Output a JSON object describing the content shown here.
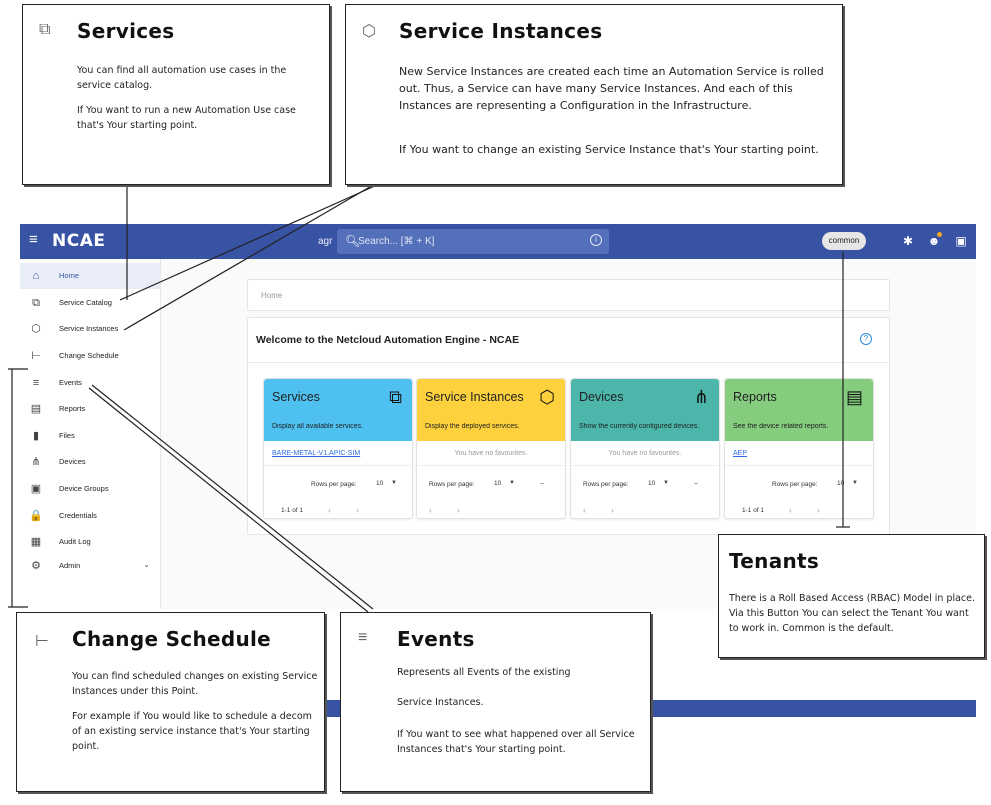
{
  "header": {
    "brand": "NCAE",
    "prefix": "agr",
    "search_placeholder": "Search... [⌘ + K]",
    "tenant": "common"
  },
  "sidebar": {
    "items": [
      {
        "label": "Home",
        "icon": "home-icon",
        "glyph": "⌂"
      },
      {
        "label": "Service Catalog",
        "icon": "catalog-icon",
        "glyph": "⧉"
      },
      {
        "label": "Service Instances",
        "icon": "cube-icon",
        "glyph": "⬡"
      },
      {
        "label": "Change Schedule",
        "icon": "tree-icon",
        "glyph": "⊢"
      },
      {
        "label": "Events",
        "icon": "list-icon",
        "glyph": "≡"
      },
      {
        "label": "Reports",
        "icon": "reports-icon",
        "glyph": "▤"
      },
      {
        "label": "Files",
        "icon": "file-icon",
        "glyph": "▮"
      },
      {
        "label": "Devices",
        "icon": "network-icon",
        "glyph": "⋔"
      },
      {
        "label": "Device Groups",
        "icon": "device-group-icon",
        "glyph": "▣"
      },
      {
        "label": "Credentials",
        "icon": "lock-icon",
        "glyph": "🔒"
      },
      {
        "label": "Audit Log",
        "icon": "audit-icon",
        "glyph": "▦"
      },
      {
        "label": "Admin",
        "icon": "gear-icon",
        "glyph": "⚙"
      }
    ]
  },
  "main": {
    "breadcrumb": "Home",
    "welcome_title": "Welcome to the Netcloud Automation Engine - NCAE",
    "cards": [
      {
        "title": "Services",
        "description": "Display all available services.",
        "link": "BARE-METAL-V1.APIC-SIM",
        "empty": "",
        "rows_label": "Rows per page:",
        "rows_value": "10",
        "range": "1-1 of 1",
        "color": "#4fc1f1",
        "icon": "⧉"
      },
      {
        "title": "Service Instances",
        "description": "Display the deployed services.",
        "link": "",
        "empty": "You have no favourites.",
        "rows_label": "Rows per page:",
        "rows_value": "10",
        "range": "",
        "color": "#fdd13d",
        "icon": "⬡"
      },
      {
        "title": "Devices",
        "description": "Show the currently configured devices.",
        "link": "",
        "empty": "You have no favourites.",
        "rows_label": "Rows per page:",
        "rows_value": "10",
        "range": "",
        "color": "#4bb6a9",
        "icon": "⋔"
      },
      {
        "title": "Reports",
        "description": "See the device related reports.",
        "link": "AEP",
        "empty": "",
        "rows_label": "Rows per page:",
        "rows_value": "10",
        "range": "1-1 of 1",
        "color": "#85cc7e",
        "icon": "▤"
      }
    ]
  },
  "annotations": {
    "services": {
      "title": "Services",
      "p1": "You can find all automation use cases in the service catalog.",
      "p2": "If You want to run a new Automation Use case that's Your starting point."
    },
    "service_instances": {
      "title": "Service Instances",
      "p1": "New Service Instances are created each time an Automation Service is rolled out. Thus, a Service can have many Service Instances. And each of this Instances are representing a Configuration in the Infrastructure.",
      "p2": "If You want to change an existing Service Instance that's Your starting point."
    },
    "tenants": {
      "title": "Tenants",
      "p1": "There is a Roll Based Access (RBAC) Model in place. Via this Button You can select the Tenant You want to work in. Common is the default."
    },
    "change_schedule": {
      "title": "Change Schedule",
      "p1": "You can find scheduled changes on existing Service Instances under this Point.",
      "p2": "For example if You would like to schedule a decom of an existing service instance that's Your starting point."
    },
    "events": {
      "title": "Events",
      "p1": "Represents all Events of the existing",
      "p2": "Service Instances.",
      "p3": "If You want to see what happened over all Service Instances that's Your starting point."
    }
  }
}
